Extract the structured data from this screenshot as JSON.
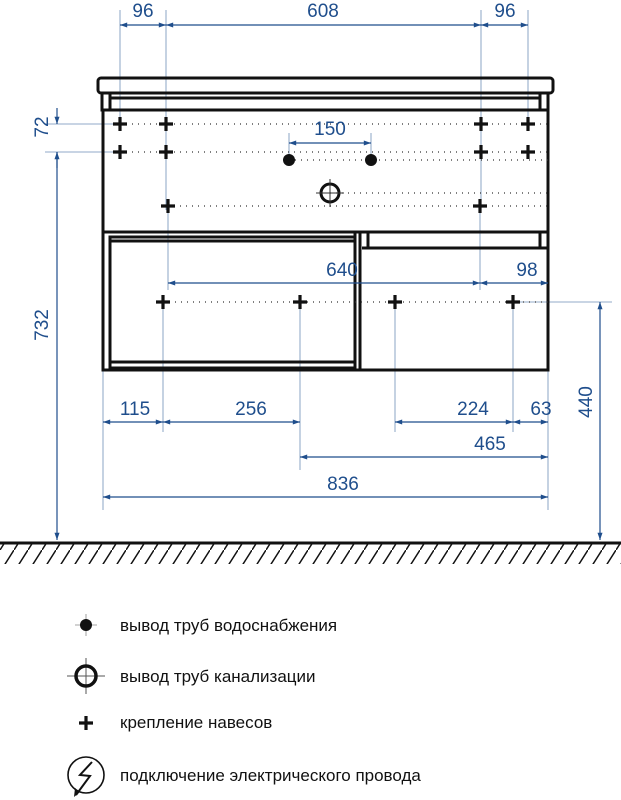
{
  "colors": {
    "dimension": "#1f4e8c",
    "outline": "#111111"
  },
  "dimensions": {
    "top_left": "96",
    "top_middle": "608",
    "top_right": "96",
    "water_spacing": "150",
    "vertical_72": "72",
    "height_732": "732",
    "span_640": "640",
    "right_98": "98",
    "height_440": "440",
    "bottom_115": "115",
    "bottom_256": "256",
    "bottom_224": "224",
    "bottom_63": "63",
    "bottom_465": "465",
    "width_836": "836"
  },
  "legend": [
    {
      "icon": "water-supply-icon",
      "label": "вывод труб водоснабжения"
    },
    {
      "icon": "sewer-pipe-icon",
      "label": "вывод труб канализации"
    },
    {
      "icon": "mounting-cross-icon",
      "label": "крепление навесов"
    },
    {
      "icon": "electric-connection-icon",
      "label": "подключение электрического провода"
    }
  ]
}
